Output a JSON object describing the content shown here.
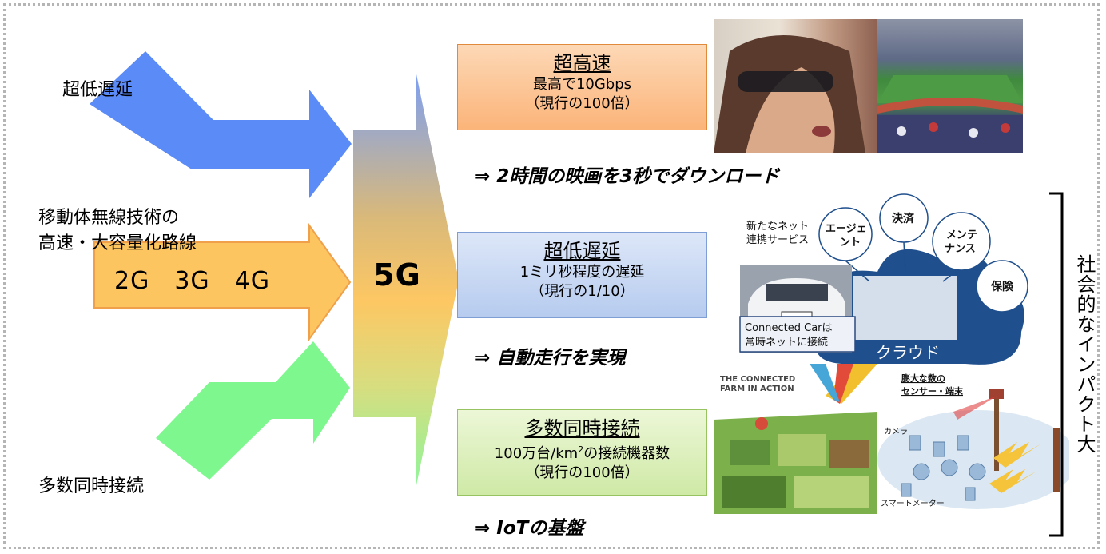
{
  "left": {
    "top_label": "超低遅延",
    "middle_label_line1": "移動体無線技術の",
    "middle_label_line2": "高速・大容量化路線",
    "bottom_label": "多数同時接続",
    "generations": "2G　3G　4G"
  },
  "center_label": "5G",
  "features": [
    {
      "title": "超高速",
      "line1": "最高で10Gbps",
      "line2": "（現行の100倍）",
      "result": "⇒ 2時間の映画を3秒でダウンロード"
    },
    {
      "title": "超低遅延",
      "line1": "1ミリ秒程度の遅延",
      "line2": "（現行の1/10）",
      "result": "⇒ 自動走行を実現"
    },
    {
      "title": "多数同時接続",
      "line1_pre": "100万台/km",
      "line1_sup": "2",
      "line1_post": "の接続機器数",
      "line2": "（現行の100倍）",
      "result": "⇒ IoTの基盤"
    }
  ],
  "impact_label": "社会的なインパクト大",
  "cloud_graphic": {
    "new_services": "新たなネット\n連携サービス",
    "agent": "エージェ\nント",
    "payment": "決済",
    "maintenance": "メンテ\nナンス",
    "insurance": "保険",
    "connected_car": "Connected Carは\n常時ネットに接続",
    "cloud": "クラウド"
  },
  "farm_graphic": {
    "title": "THE CONNECTED\nFARM IN ACTION"
  },
  "sensor_graphic": {
    "title": "膨大な数の\nセンサー・端末",
    "camera": "カメラ",
    "meter": "スマートメーター"
  },
  "colors": {
    "orange_box": "#fbc190",
    "blue_box": "#c5d6f1",
    "green_box": "#dff1bd",
    "arrow_blue": "#5b8bf6",
    "arrow_green": "#7ef78f",
    "arrow_orange": "#fcc560"
  }
}
